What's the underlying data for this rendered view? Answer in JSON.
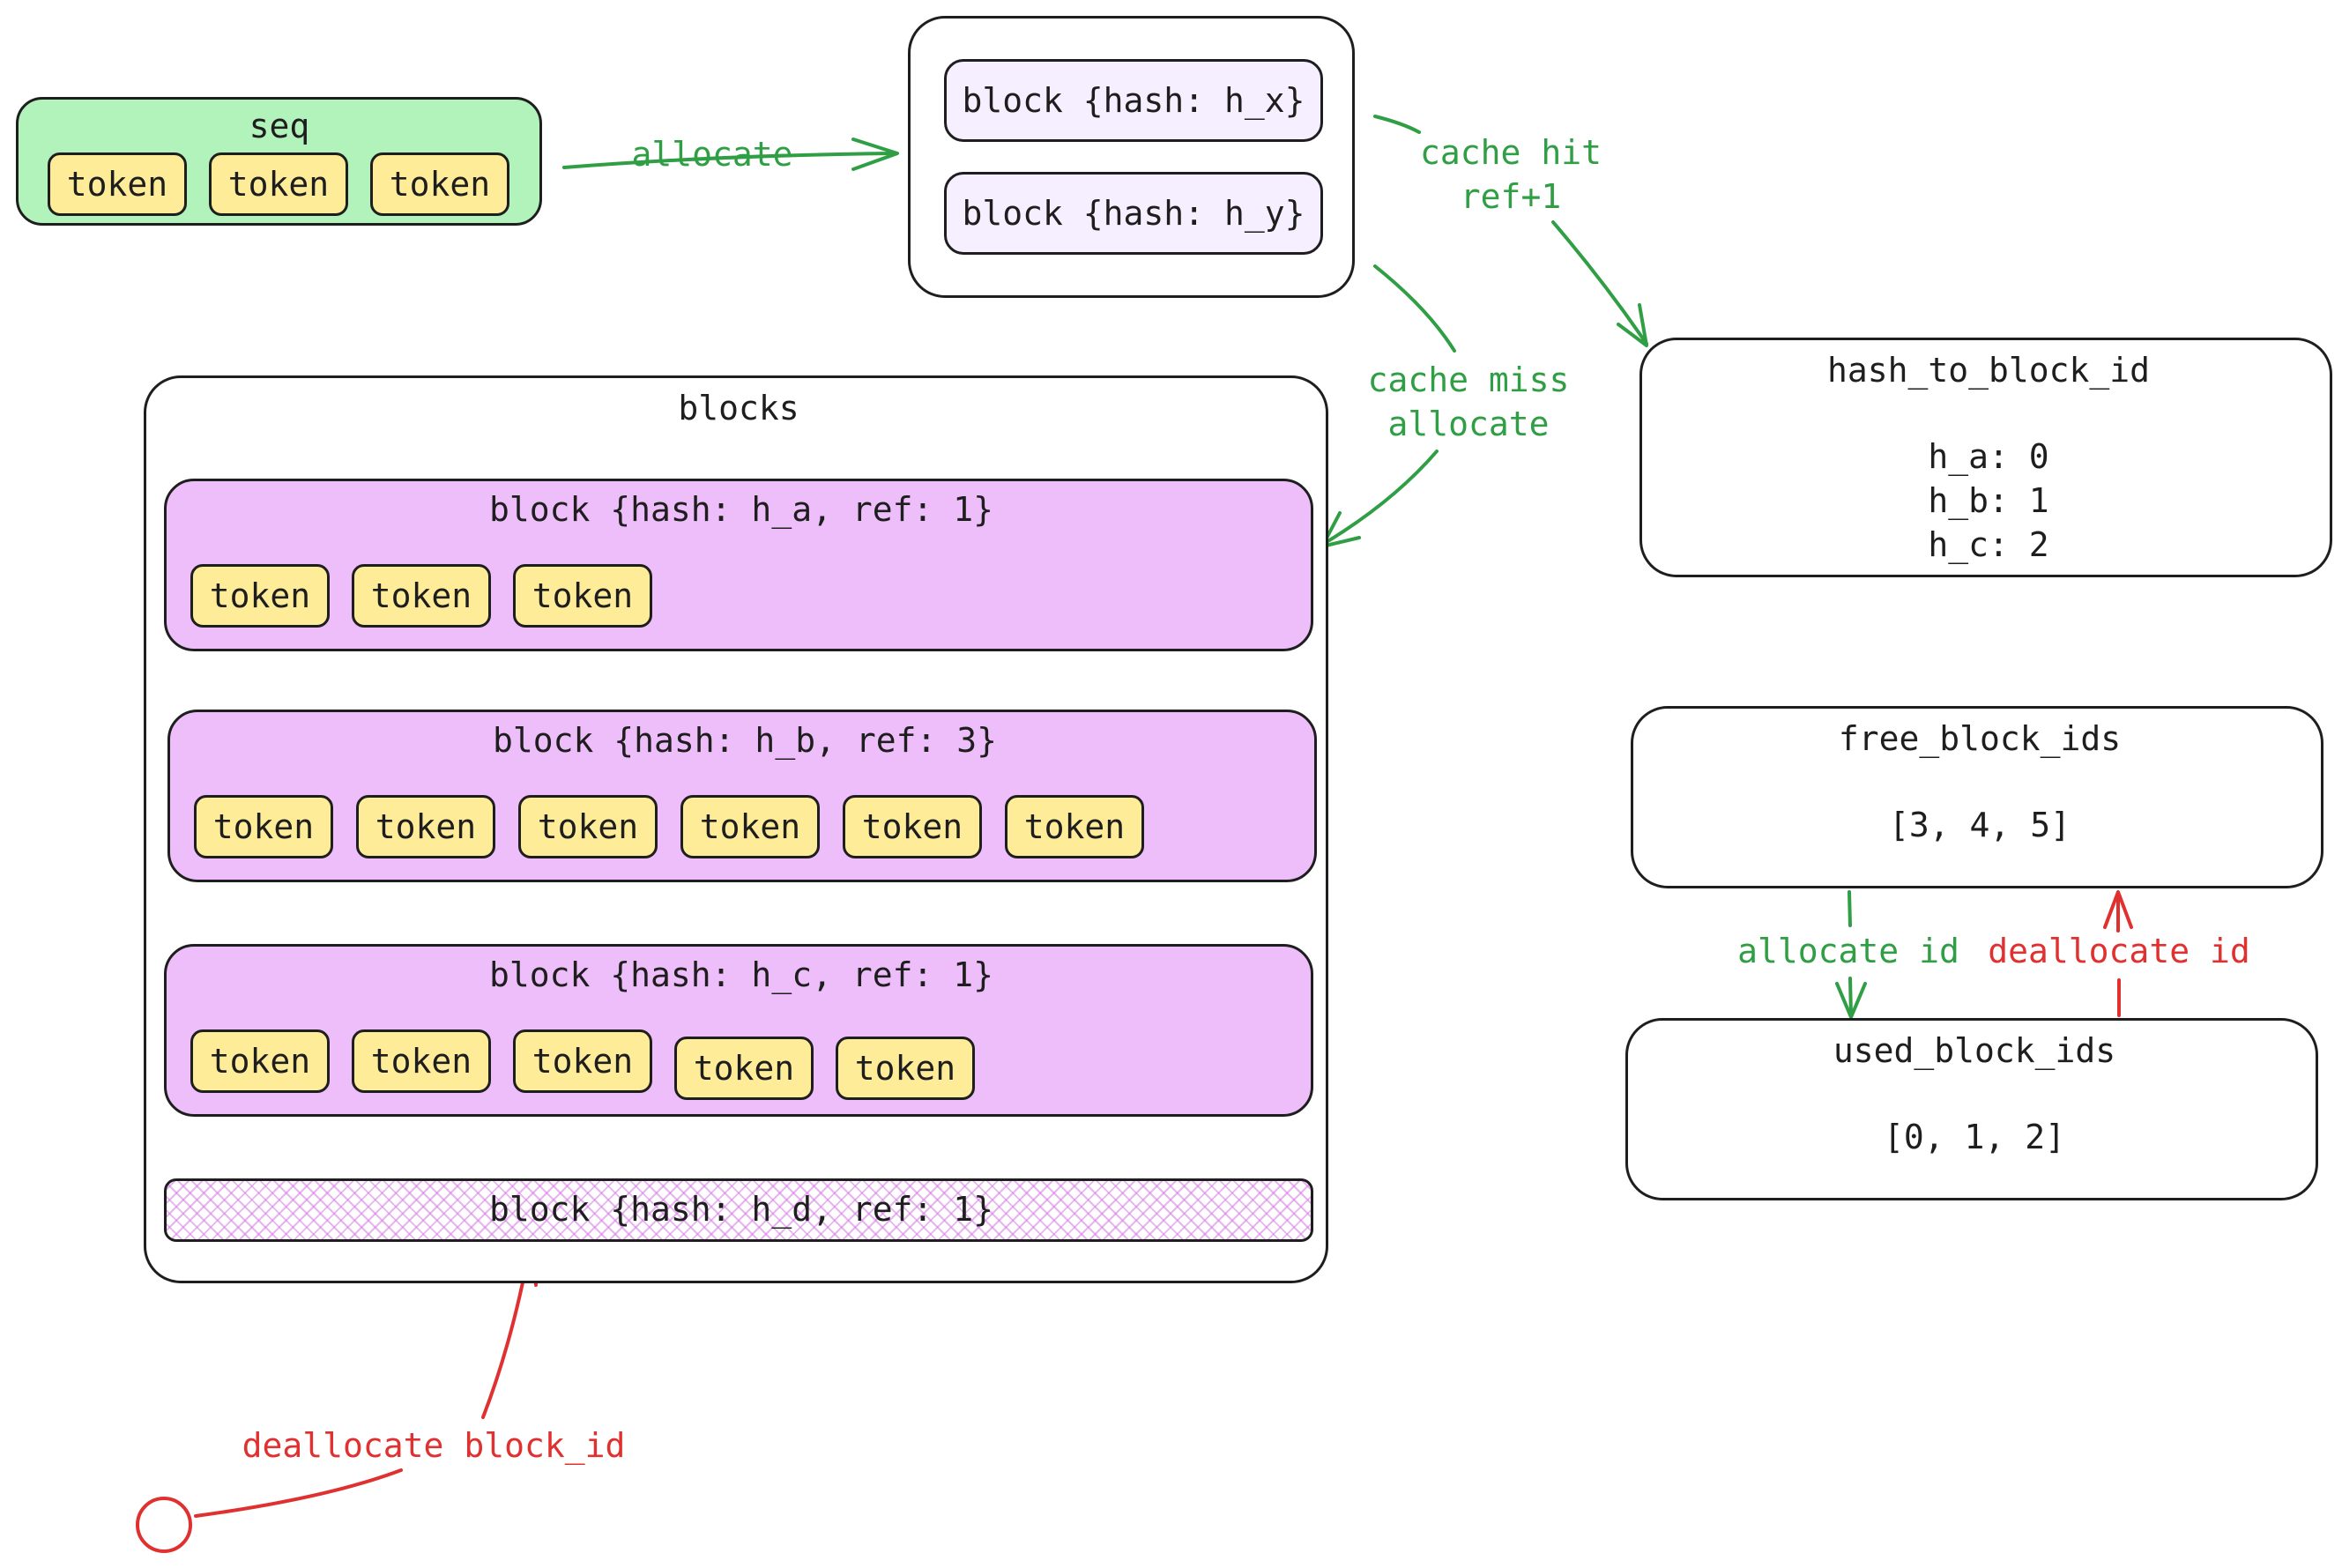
{
  "seq": {
    "title": "seq",
    "tokens": [
      "token",
      "token",
      "token"
    ]
  },
  "candidates": [
    {
      "label": "block {hash: h_x}"
    },
    {
      "label": "block {hash: h_y}"
    }
  ],
  "blocks": {
    "title": "blocks",
    "items": [
      {
        "label": "block {hash: h_a, ref: 1}",
        "tokens": [
          "token",
          "token",
          "token"
        ]
      },
      {
        "label": "block {hash: h_b, ref: 3}",
        "tokens": [
          "token",
          "token",
          "token",
          "token",
          "token",
          "token"
        ]
      },
      {
        "label": "block {hash: h_c, ref: 1}",
        "tokens": [
          "token",
          "token",
          "token",
          "token",
          "token"
        ]
      },
      {
        "label": "block {hash: h_d, ref: 1}",
        "tokens": []
      }
    ]
  },
  "hash_to_block_id": {
    "title": "hash_to_block_id",
    "entries": [
      "h_a: 0",
      "h_b: 1",
      "h_c: 2"
    ]
  },
  "free_block_ids": {
    "title": "free_block_ids",
    "value": "[3, 4, 5]"
  },
  "used_block_ids": {
    "title": "used_block_ids",
    "value": "[0, 1, 2]"
  },
  "edges": {
    "allocate": "allocate",
    "cache_hit_line1": "cache hit",
    "cache_hit_line2": "ref+1",
    "cache_miss_line1": "cache miss",
    "cache_miss_line2": "allocate",
    "allocate_id": "allocate id",
    "deallocate_id": "deallocate id",
    "deallocate_block_id": "deallocate block_id"
  },
  "colors": {
    "green": "#2f9e44",
    "red": "#e03131",
    "seq_fill": "#b2f2bb",
    "token_fill": "#ffec99",
    "block_fill": "#eebefa",
    "candidate_fill": "#f6efff"
  }
}
